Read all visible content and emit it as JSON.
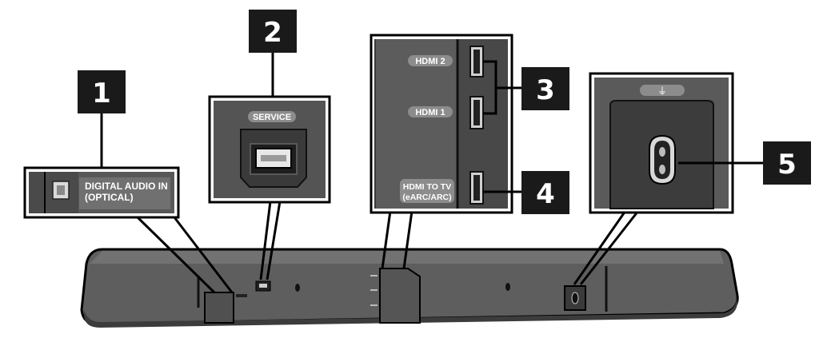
{
  "callouts": {
    "c1": {
      "number": "1",
      "label_line1": "DIGITAL AUDIO IN",
      "label_line2": "(OPTICAL)"
    },
    "c2": {
      "number": "2",
      "label": "SERVICE"
    },
    "c3": {
      "number": "3",
      "label_hdmi2": "HDMI 2",
      "label_hdmi1": "HDMI 1"
    },
    "c4": {
      "number": "4",
      "label_line1": "HDMI TO TV",
      "label_line2": "(eARC/ARC)"
    },
    "c5": {
      "number": "5",
      "power_symbol": "⏚"
    }
  },
  "icons": [
    "optical-port-icon",
    "usb-port-icon",
    "hdmi-port-icon",
    "power-socket-icon",
    "power-plug-icon"
  ],
  "colors": {
    "panel_dark": "#4a4a4a",
    "panel_mid": "#5c5c5c",
    "panel_light": "#8a8a8a",
    "badge": "#1a1a1a",
    "outline": "#000000"
  }
}
